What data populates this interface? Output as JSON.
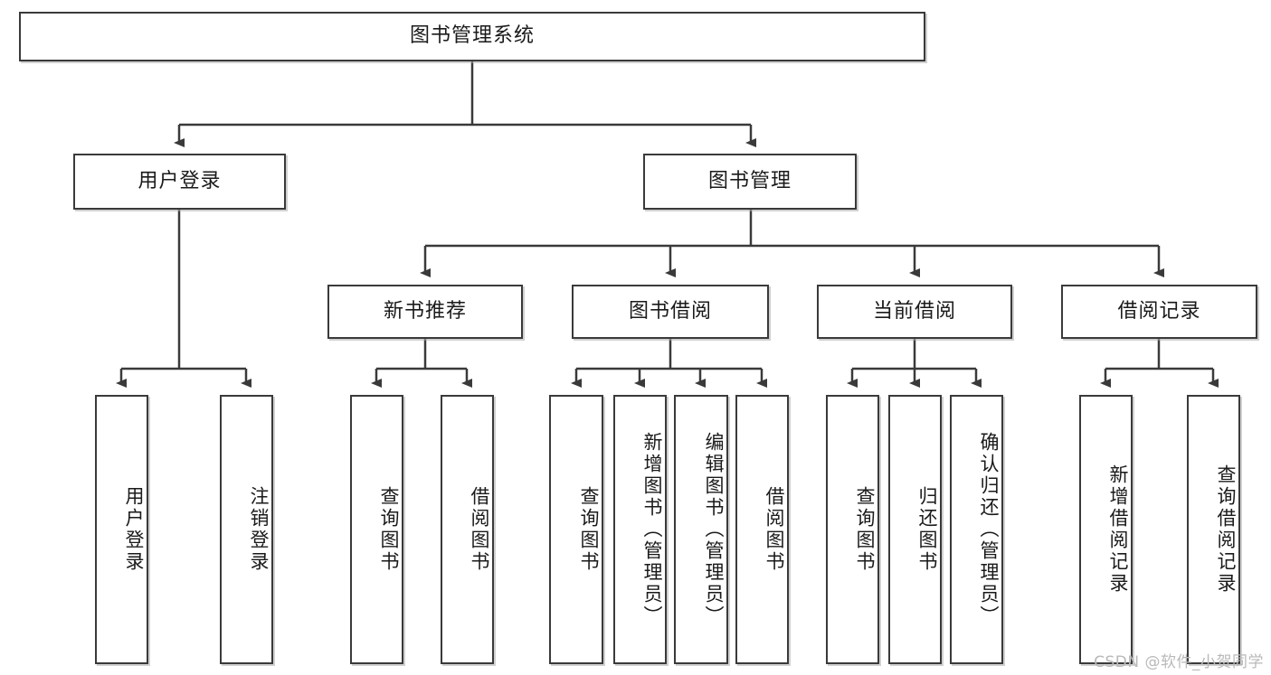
{
  "diagram": {
    "title": "图书管理系统",
    "type": "tree-hierarchy",
    "watermark": "CSDN @软件_小贺同学",
    "colors": {
      "box_border": "#3a3a3a",
      "box_fill": "#ffffff",
      "edge": "#3a3a3a",
      "text": "#1a1a1a",
      "watermark": "#b9b9b9"
    }
  },
  "nodes": {
    "root": {
      "label": "图书管理系统"
    },
    "level2": [
      {
        "id": "user-login",
        "label": "用户登录"
      },
      {
        "id": "book-manage",
        "label": "图书管理"
      }
    ],
    "level3": [
      {
        "id": "new-book-rec",
        "label": "新书推荐"
      },
      {
        "id": "book-borrow",
        "label": "图书借阅"
      },
      {
        "id": "current-borrow",
        "label": "当前借阅"
      },
      {
        "id": "borrow-record",
        "label": "借阅记录"
      }
    ],
    "leaves": {
      "user_login": [
        {
          "id": "leaf-user-login",
          "label": "用户登录"
        },
        {
          "id": "leaf-logout-login",
          "label": "注销登录"
        }
      ],
      "new_book_rec": [
        {
          "id": "leaf-query-book-1",
          "label": "查询图书"
        },
        {
          "id": "leaf-borrow-book-1",
          "label": "借阅图书"
        }
      ],
      "book_borrow": [
        {
          "id": "leaf-query-book-2",
          "label": "查询图书"
        },
        {
          "id": "leaf-add-book",
          "label": "新增图书（管理员）"
        },
        {
          "id": "leaf-edit-book",
          "label": "编辑图书（管理员）"
        },
        {
          "id": "leaf-borrow-book-2",
          "label": "借阅图书"
        }
      ],
      "current_borrow": [
        {
          "id": "leaf-query-book-3",
          "label": "查询图书"
        },
        {
          "id": "leaf-return-book",
          "label": "归还图书"
        },
        {
          "id": "leaf-confirm-return",
          "label": "确认归还（管理员）"
        }
      ],
      "borrow_record": [
        {
          "id": "leaf-add-record",
          "label": "新增借阅记录"
        },
        {
          "id": "leaf-query-record",
          "label": "查询借阅记录"
        }
      ]
    }
  }
}
